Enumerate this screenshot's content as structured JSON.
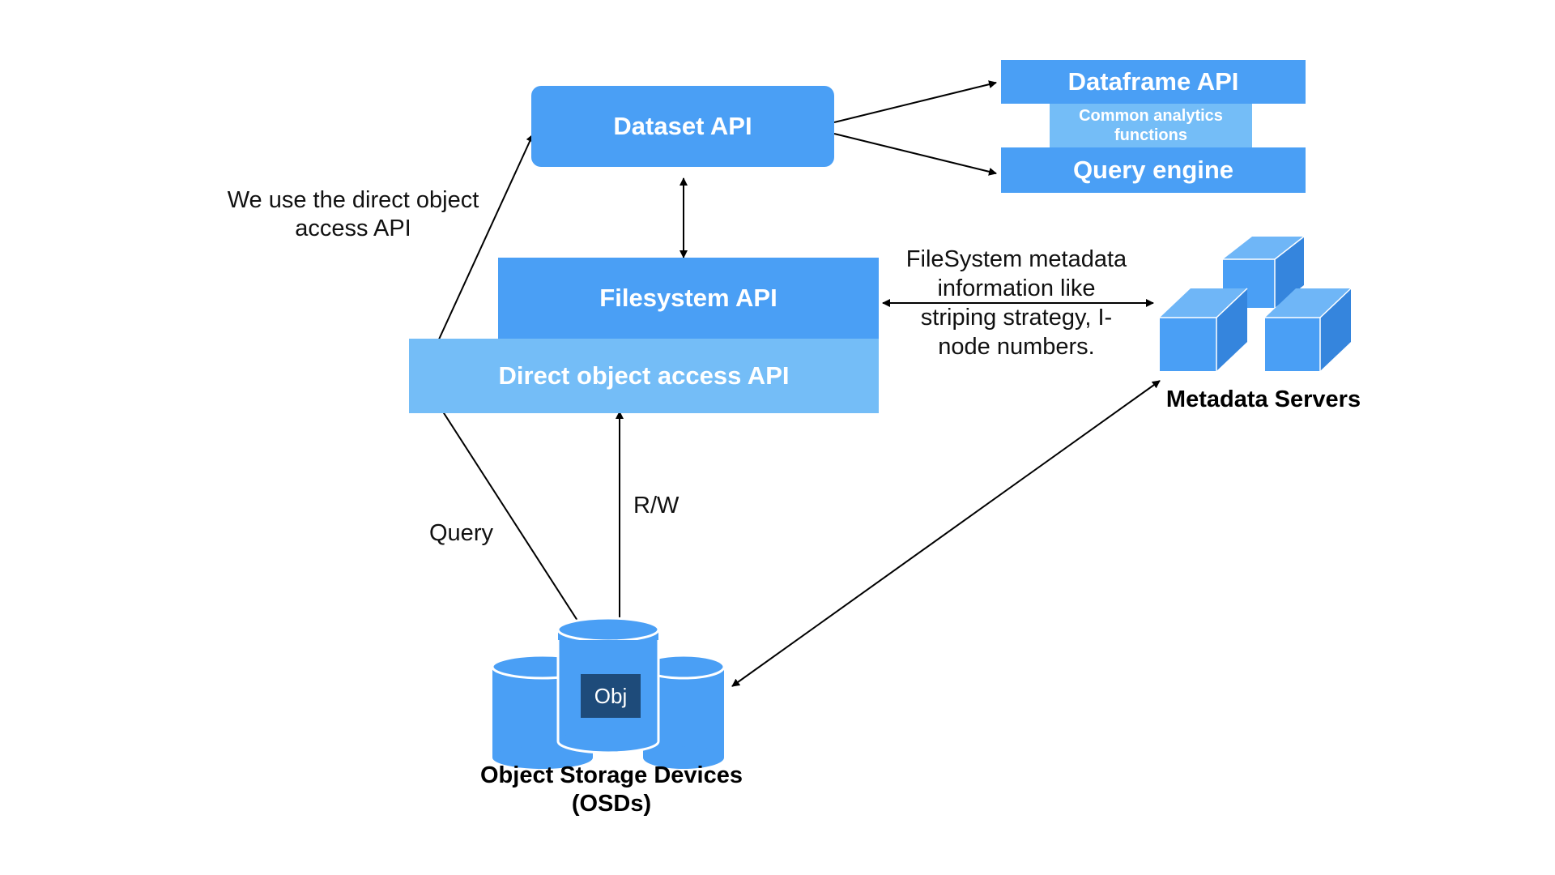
{
  "colors": {
    "primary_blue": "#4a9ff5",
    "light_blue": "#74bdf7",
    "dark_navy": "#1e4b7a",
    "arrow": "#000000"
  },
  "boxes": {
    "dataset_api": "Dataset API",
    "dataframe_api": "Dataframe API",
    "common_analytics": "Common analytics functions",
    "query_engine": "Query engine",
    "filesystem_api": "Filesystem API",
    "direct_object_access_api": "Direct object access API"
  },
  "annotations": {
    "direct_access_note": "We use the direct object access API",
    "filesystem_metadata_note": "FileSystem metadata information like striping strategy, I-node numbers.",
    "query_label": "Query",
    "rw_label": "R/W"
  },
  "nodes": {
    "metadata_servers": "Metadata Servers",
    "object_storage_devices": "Object Storage Devices (OSDs)",
    "obj_label": "Obj"
  },
  "icons": {
    "metadata_servers": "cube-stack-icon",
    "object_storage_devices": "database-cylinders-icon"
  }
}
